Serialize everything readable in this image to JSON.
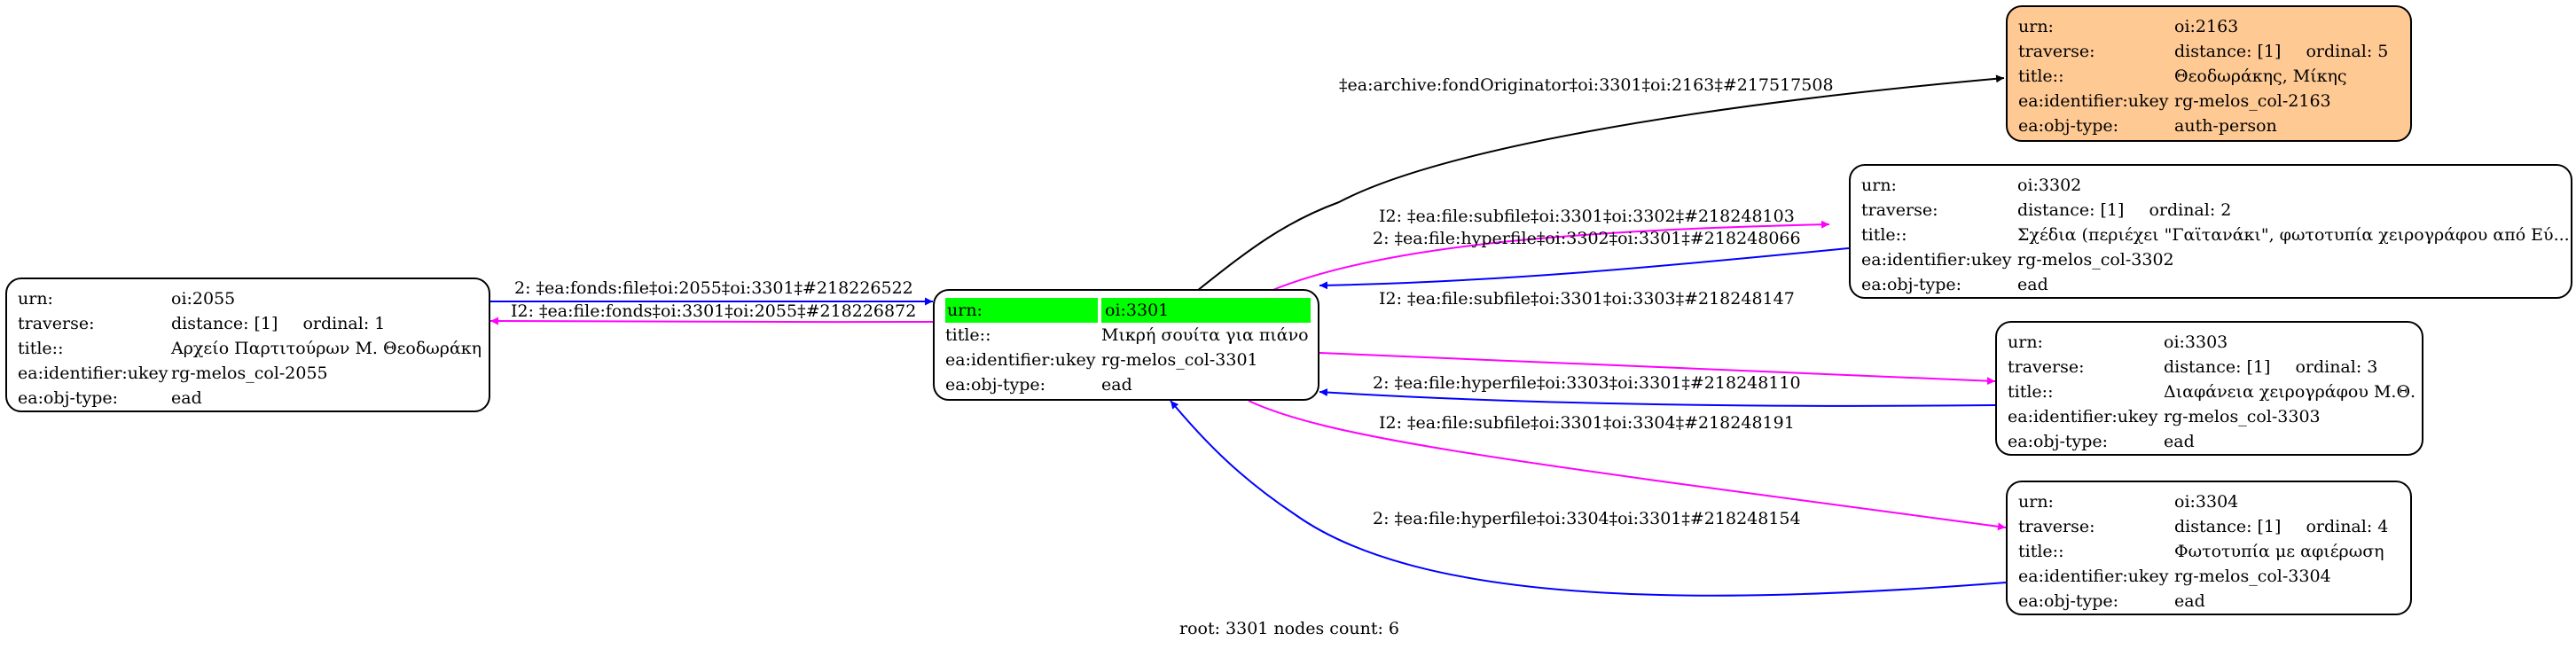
{
  "nodes": {
    "n2163": {
      "fields": [
        {
          "key": "urn:",
          "value": "oi:2163"
        },
        {
          "key": "traverse:",
          "value": "distance: [1]",
          "extra": "ordinal: 5"
        },
        {
          "key": "title::",
          "value": "Θεοδωράκης, Μίκης"
        },
        {
          "key": "ea:identifier:ukey",
          "value": "rg-melos_col-2163"
        },
        {
          "key": "ea:obj-type:",
          "value": "auth-person"
        }
      ],
      "fill": "#ffc994"
    },
    "n3302": {
      "fields": [
        {
          "key": "urn:",
          "value": "oi:3302"
        },
        {
          "key": "traverse:",
          "value": "distance: [1]",
          "extra": "ordinal: 2"
        },
        {
          "key": "title::",
          "value": "Σχέδια (περιέχει \"Γαϊτανάκι\", φωτοτυπία χειρογράφου από Εύ..."
        },
        {
          "key": "ea:identifier:ukey",
          "value": "rg-melos_col-3302"
        },
        {
          "key": "ea:obj-type:",
          "value": "ead"
        }
      ]
    },
    "n2055": {
      "fields": [
        {
          "key": "urn:",
          "value": "oi:2055"
        },
        {
          "key": "traverse:",
          "value": "distance: [1]",
          "extra": "ordinal: 1"
        },
        {
          "key": "title::",
          "value": "Αρχείο Παρτιτούρων Μ. Θεοδωράκη"
        },
        {
          "key": "ea:identifier:ukey",
          "value": "rg-melos_col-2055"
        },
        {
          "key": "ea:obj-type:",
          "value": "ead"
        }
      ]
    },
    "n3301": {
      "fields": [
        {
          "key": "urn:",
          "value": "oi:3301"
        },
        {
          "key": "title::",
          "value": "Μικρή σουίτα για πιάνο"
        },
        {
          "key": "ea:identifier:ukey",
          "value": "rg-melos_col-3301"
        },
        {
          "key": "ea:obj-type:",
          "value": "ead"
        }
      ],
      "highlight": "#00ff00"
    },
    "n3303": {
      "fields": [
        {
          "key": "urn:",
          "value": "oi:3303"
        },
        {
          "key": "traverse:",
          "value": "distance: [1]",
          "extra": "ordinal: 3"
        },
        {
          "key": "title::",
          "value": "Διαφάνεια χειρογράφου Μ.Θ."
        },
        {
          "key": "ea:identifier:ukey",
          "value": "rg-melos_col-3303"
        },
        {
          "key": "ea:obj-type:",
          "value": "ead"
        }
      ]
    },
    "n3304": {
      "fields": [
        {
          "key": "urn:",
          "value": "oi:3304"
        },
        {
          "key": "traverse:",
          "value": "distance: [1]",
          "extra": "ordinal: 4"
        },
        {
          "key": "title::",
          "value": "Φωτοτυπία με αφιέρωση"
        },
        {
          "key": "ea:identifier:ukey",
          "value": "rg-melos_col-3304"
        },
        {
          "key": "ea:obj-type:",
          "value": "ead"
        }
      ]
    }
  },
  "edges": [
    {
      "label": "‡ea:archive:fondOriginator‡oi:3301‡oi:2163‡#217517508",
      "color": "#000000"
    },
    {
      "label": "I2: ‡ea:file:subfile‡oi:3301‡oi:3302‡#218248103",
      "color": "#ff00ff"
    },
    {
      "label": "2: ‡ea:file:hyperfile‡oi:3302‡oi:3301‡#218248066",
      "color": "#0000ff"
    },
    {
      "label": "2: ‡ea:fonds:file‡oi:2055‡oi:3301‡#218226522",
      "color": "#0000ff"
    },
    {
      "label": "I2: ‡ea:file:fonds‡oi:3301‡oi:2055‡#218226872",
      "color": "#ff00ff"
    },
    {
      "label": "I2: ‡ea:file:subfile‡oi:3301‡oi:3303‡#218248147",
      "color": "#ff00ff"
    },
    {
      "label": "2: ‡ea:file:hyperfile‡oi:3303‡oi:3301‡#218248110",
      "color": "#0000ff"
    },
    {
      "label": "I2: ‡ea:file:subfile‡oi:3301‡oi:3304‡#218248191",
      "color": "#ff00ff"
    },
    {
      "label": "2: ‡ea:file:hyperfile‡oi:3304‡oi:3301‡#218248154",
      "color": "#0000ff"
    }
  ],
  "footer": "root: 3301 nodes count: 6"
}
